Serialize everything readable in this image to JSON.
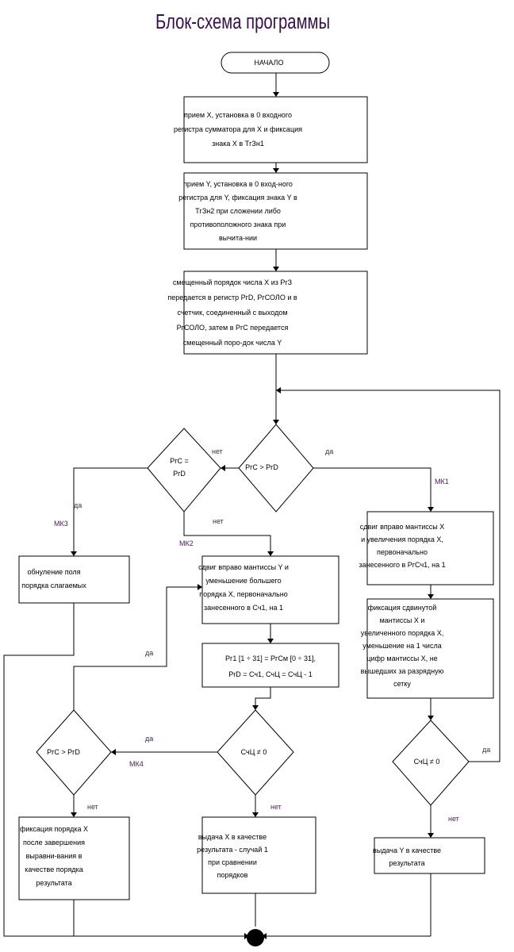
{
  "title": "Блок-схема программы",
  "start": "НАЧАЛО",
  "blocks": {
    "b1": [
      "прием X, установка в 0 входного",
      "регистра сумматора для X и фиксация",
      "знака X в ТгЗн1"
    ],
    "b2": [
      "прием Y, установка в 0 вход-ного",
      "регистра для Y, фиксация знака Y в",
      "ТгЗн2 при сложении либо",
      "противоположного знака при",
      "вычита-нии"
    ],
    "b3": [
      "смещенный порядок числа X из РгЗ",
      "передается в регистр РгD, РгСОЛО и в",
      "счетчик, соединенный с выходом",
      "РгСОЛО, затем в РгС передается",
      "смещенный поро-док числа Y"
    ],
    "b4": [
      "сдвиг вправо мантиссы X",
      "и увеличения порядка X,",
      "первоначально",
      "занесенного в РгСч1, на 1"
    ],
    "b5": [
      "фиксация сдвинутой",
      "мантиссы X и",
      "увеличенного порядка X,",
      "уменьшение на 1 числа",
      "цифр мантиссы X, не",
      "вышедших за разрядную",
      "сетку"
    ],
    "b6": [
      "обнуление поля",
      "порядка слагаемых"
    ],
    "b7": [
      "сдвиг вправо мантиссы Y и",
      "уменьшение большего",
      "порядка X, первоначально",
      "занесенного в Сч1, на 1"
    ],
    "b8": [
      "Рг1 [1          ÷  31] = РгСм [0                    ÷  31],",
      "PrD = Сч1, СчЦ = СчЦ - 1"
    ],
    "b9": [
      "фиксация порядка X",
      "после завершения",
      "выравни-вания в",
      "качестве порядка",
      "результата"
    ],
    "b10": [
      "выдача X в качестве",
      "результата - случай 1",
      "при сравнении",
      "порядков"
    ],
    "b11": [
      "выдача Y в качестве",
      "результата"
    ]
  },
  "decisions": {
    "d1": [
      "РгС > РгD"
    ],
    "d2": [
      "РгС =",
      "РгD"
    ],
    "d3": [
      "РгС > РгD"
    ],
    "d4": [
      "СчЦ      ≠ 0"
    ],
    "d5": [
      "СчЦ      ≠ 0"
    ]
  },
  "labels": {
    "yes": "да",
    "no": "нет",
    "mk1": "МК1",
    "mk2": "МК2",
    "mk3": "МК3",
    "mk4": "МК4"
  },
  "colors": {
    "title": "#3a0e4e",
    "label": "#4b1d5a",
    "line": "#000000",
    "end_node": "#000000"
  }
}
